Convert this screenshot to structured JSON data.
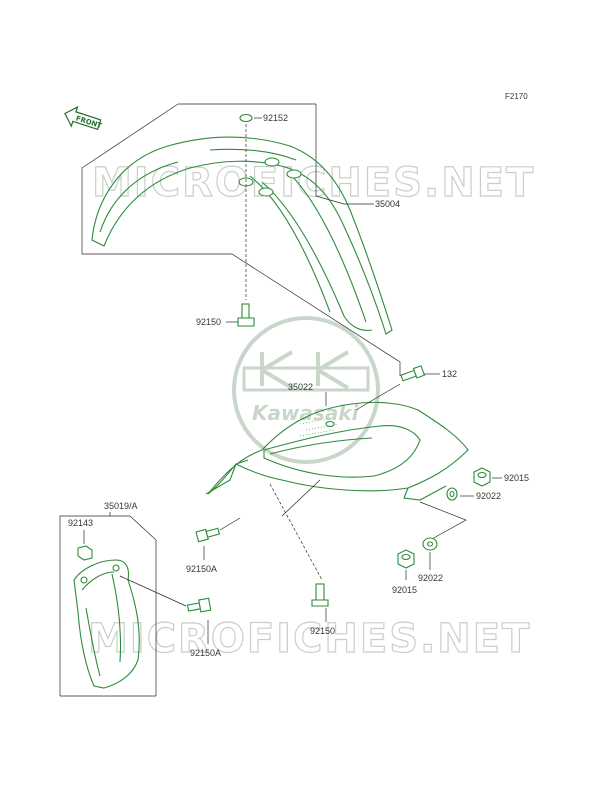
{
  "diagram": {
    "code": "F2170",
    "front_label": "FRONT",
    "watermark": "MICROFICHES.NET",
    "logo_text": "Kawasaki",
    "labels": {
      "p92152": "92152",
      "p35004": "35004",
      "p92150_top": "92150",
      "p132": "132",
      "p35022": "35022",
      "p92015_a": "92015",
      "p92022_a": "92022",
      "p35019a": "35019/A",
      "p92143": "92143",
      "p92150a_mid": "92150A",
      "p92022_b": "92022",
      "p92015_b": "92015",
      "p92150_bot": "92150",
      "p92150a_low": "92150A"
    }
  }
}
